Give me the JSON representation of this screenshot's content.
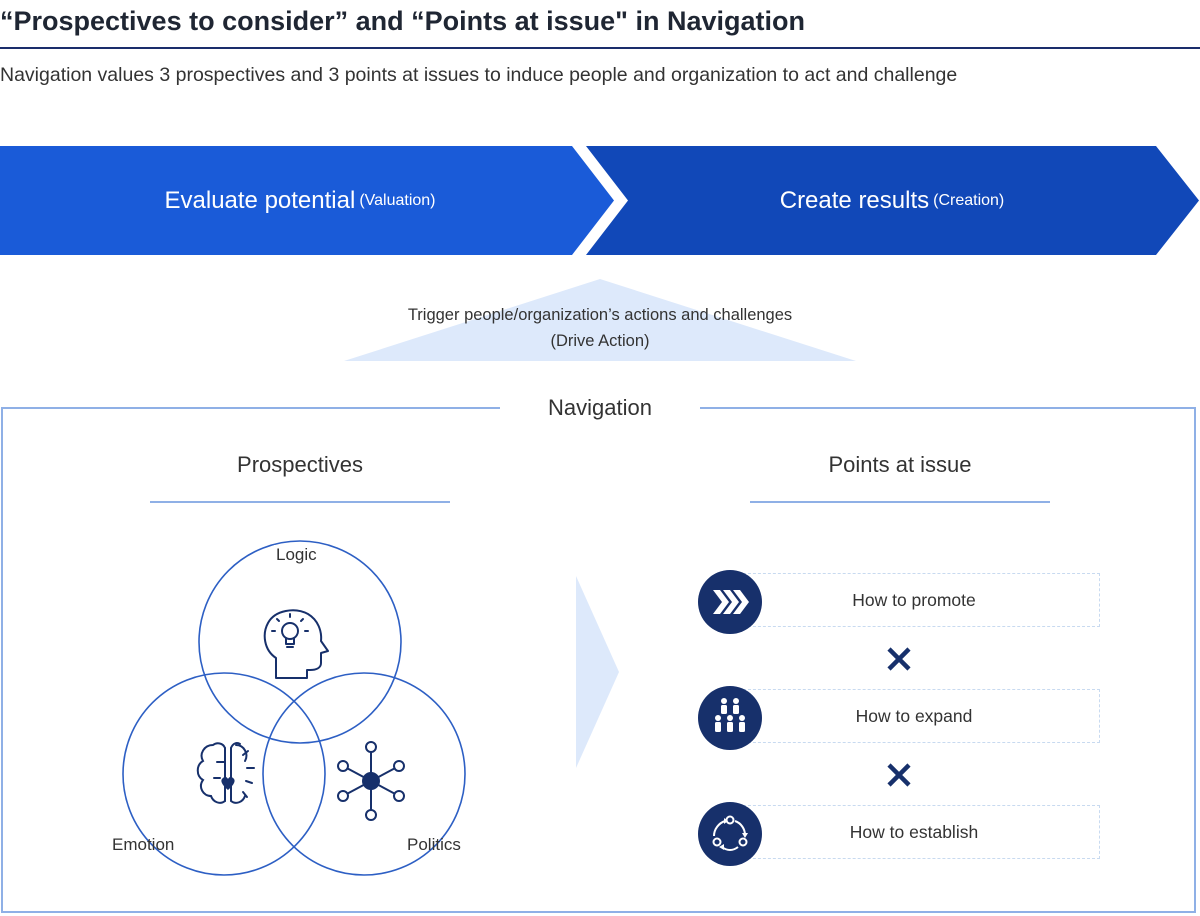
{
  "header": {
    "title": "“Prospectives to consider” and “Points at issue\" in Navigation",
    "subtitle": "Navigation values 3 prospectives and 3 points at issues to induce people and organization to act and challenge"
  },
  "banner": {
    "left": {
      "label": "Evaluate potential",
      "sub": "(Valuation)"
    },
    "right": {
      "label": "Create results",
      "sub": "(Creation)"
    }
  },
  "drive_action": {
    "line1": "Trigger people/organization’s actions and challenges",
    "line2": "(Drive Action)"
  },
  "navigation": {
    "title": "Navigation",
    "prospectives": {
      "title": "Prospectives",
      "items": [
        {
          "label": "Logic",
          "icon": "head-lightbulb-icon"
        },
        {
          "label": "Emotion",
          "icon": "brain-heart-icon"
        },
        {
          "label": "Politics",
          "icon": "network-hub-icon"
        }
      ]
    },
    "points_at_issue": {
      "title": "Points at issue",
      "items": [
        {
          "label": "How to promote",
          "icon": "chevrons-forward-icon"
        },
        {
          "label": "How to expand",
          "icon": "people-group-icon"
        },
        {
          "label": "How to establish",
          "icon": "cycle-icon"
        }
      ],
      "separator": "×"
    }
  },
  "colors": {
    "banner_left": "#1a5bd8",
    "banner_right": "#1148b8",
    "navy": "#17306b",
    "circle_stroke": "#2d5fc4",
    "frame": "#8fb0e6",
    "light_fill": "#dde9fb"
  }
}
